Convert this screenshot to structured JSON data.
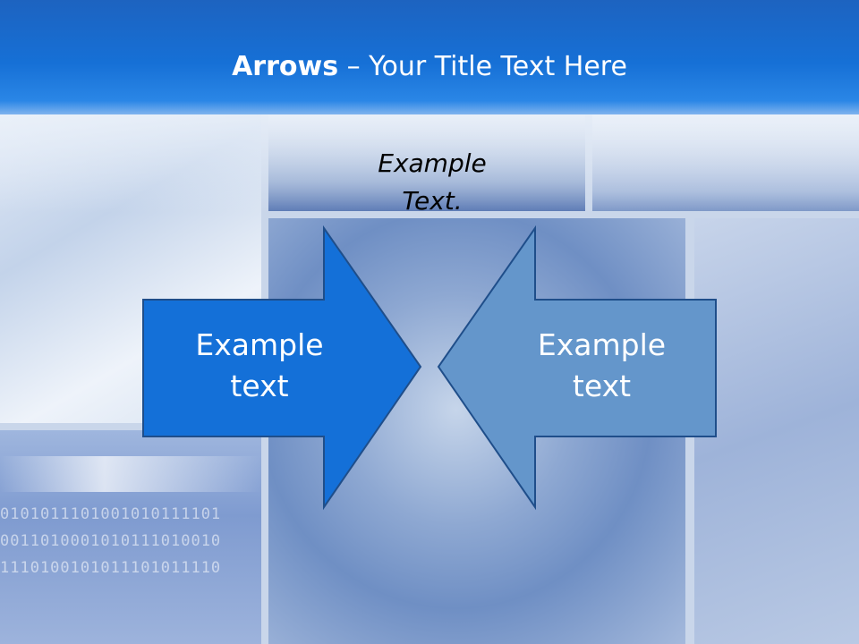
{
  "slide": {
    "title_bold": "Arrows",
    "title_rest": " – Your Title Text Here",
    "top_text_line1": "Example",
    "top_text_line2": "Text.",
    "left_arrow": {
      "line1": "Example",
      "line2": "text",
      "color": "#1470d8"
    },
    "right_arrow": {
      "line1": "Example",
      "line2": "text",
      "color": "#6496cb"
    },
    "accent": "#1670d6"
  }
}
